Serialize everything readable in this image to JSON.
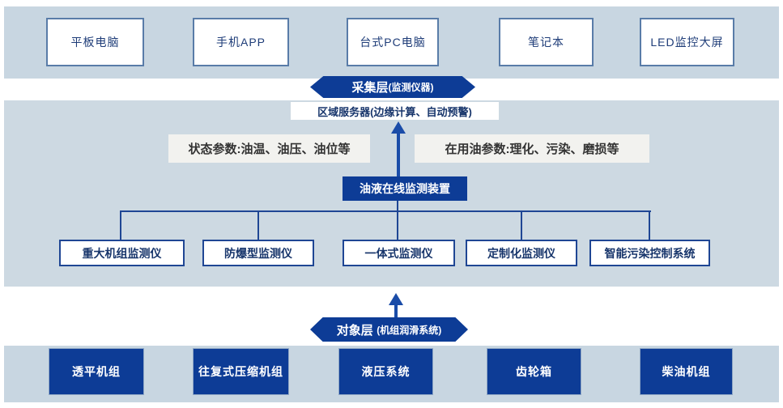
{
  "colors": {
    "band_blue_outer": "#c8d6e1",
    "band_blue_middle": "#cdd9e2",
    "dark_blue_fill": "#0d3c96",
    "connector_navy": "#1f4694",
    "arrow_blue": "#1a4ca8",
    "terminal_border": "#597ca8",
    "label_bg": "#f2f2ef"
  },
  "terminal_layer": {
    "devices": [
      "平板电脑",
      "手机APP",
      "台式PC电脑",
      "笔记本",
      "LED监控大屏"
    ]
  },
  "collection_banner": {
    "title": "采集层",
    "subtitle": "(监测仪器)"
  },
  "server_box": {
    "label": "区域服务器(边缘计算、自动预警)"
  },
  "params": {
    "left": "状态参数:油温、油压、油位等",
    "right": "在用油参数:理化、污染、磨损等"
  },
  "monitor_device": {
    "label": "油液在线监测装置"
  },
  "monitors": [
    "重大机组监测仪",
    "防爆型监测仪",
    "一体式监测仪",
    "定制化监测仪",
    "智能污染控制系统"
  ],
  "object_banner": {
    "title": "对象层",
    "subtitle": "(机组润滑系统)"
  },
  "object_layer": {
    "units": [
      "透平机组",
      "往复式压缩机组",
      "液压系统",
      "齿轮箱",
      "柴油机组"
    ]
  }
}
